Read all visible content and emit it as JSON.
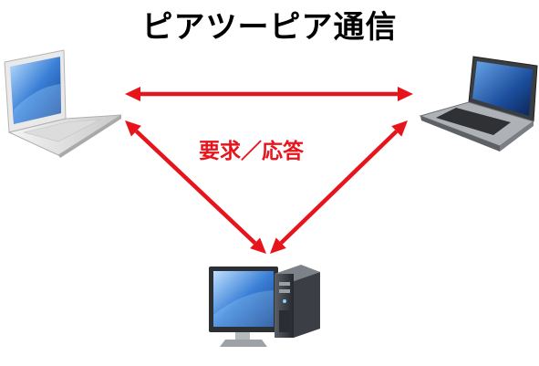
{
  "diagram": {
    "title": "ピアツーピア通信",
    "edge_label": "要求／応答",
    "colors": {
      "arrow": "#e8141c",
      "label": "#e8141c",
      "title": "#000000"
    },
    "nodes": [
      {
        "id": "laptop-left",
        "kind": "white-laptop-icon"
      },
      {
        "id": "laptop-right",
        "kind": "dark-laptop-icon"
      },
      {
        "id": "desktop-bottom",
        "kind": "desktop-computer-icon"
      }
    ],
    "edges": [
      {
        "from": "laptop-left",
        "to": "laptop-right",
        "direction": "both"
      },
      {
        "from": "laptop-left",
        "to": "desktop-bottom",
        "direction": "both"
      },
      {
        "from": "laptop-right",
        "to": "desktop-bottom",
        "direction": "both"
      }
    ]
  }
}
